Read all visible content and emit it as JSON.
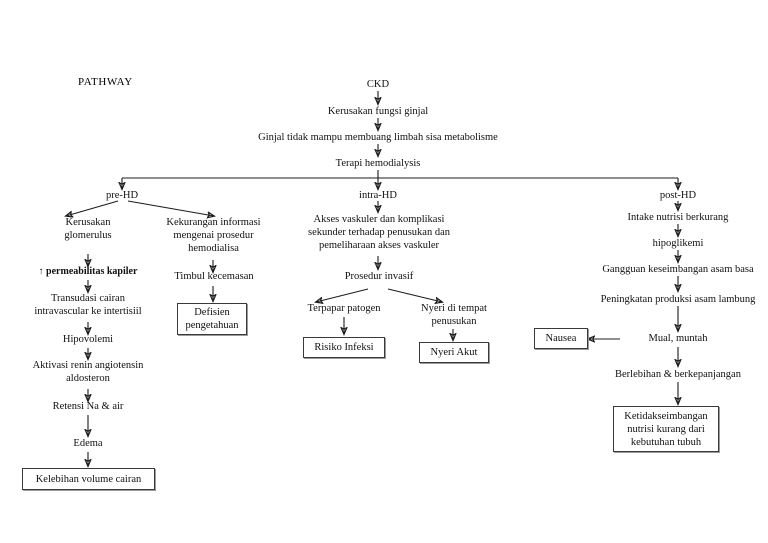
{
  "document": {
    "title_label": "PATHWAY"
  },
  "trunk": [
    {
      "id": "ckd",
      "label": "CKD"
    },
    {
      "id": "kerusakan-fungsi-ginjal",
      "label": "Kerusakan fungsi ginjal"
    },
    {
      "id": "ginjal-tidak-mampu",
      "label": "Ginjal tidak mampu membuang limbah sisa metabolisme"
    },
    {
      "id": "terapi-hemodialysis",
      "label": "Terapi hemodialysis"
    }
  ],
  "branches": [
    {
      "id": "pre-hd",
      "label": "pre-HD"
    },
    {
      "id": "intra-hd",
      "label": "intra-HD"
    },
    {
      "id": "post-hd",
      "label": "post-HD"
    }
  ],
  "pre_hd": {
    "left_chain": [
      {
        "id": "kerusakan-glomerulus",
        "label": "Kerusakan\nglomerulus"
      },
      {
        "id": "permeabilitas-kapiler",
        "label": "↑ permeabilitas kapiler",
        "bold": true
      },
      {
        "id": "transudasi-cairan",
        "label": "Transudasi cairan\nintravascular ke intertisiil"
      },
      {
        "id": "hipovolemi",
        "label": "Hipovolemi"
      },
      {
        "id": "aktivasi-renin",
        "label": "Aktivasi renin angiotensin\naldosteron"
      },
      {
        "id": "retensi-na-air",
        "label": "Retensi Na & air"
      },
      {
        "id": "edema",
        "label": "Edema"
      }
    ],
    "left_outcome": {
      "id": "kelebihan-volume-cairan",
      "label": "Kelebihan volume cairan"
    },
    "right_chain": [
      {
        "id": "kekurangan-informasi",
        "label": "Kekurangan informasi\nmengenai prosedur\nhemodialisa"
      },
      {
        "id": "timbul-kecemasan",
        "label": "Timbul kecemasan"
      }
    ],
    "right_outcome": {
      "id": "defisien-pengetahuan",
      "label": "Defisien\npengetahuan"
    }
  },
  "intra_hd": {
    "chain": [
      {
        "id": "akses-vaskuler",
        "label": "Akses vaskuler dan komplikasi\nsekunder terhadap penusukan dan\npemeliharaan akses vaskuler"
      },
      {
        "id": "prosedur-invasif",
        "label": "Prosedur invasif"
      }
    ],
    "left_leaf": {
      "id": "terpapar-patogen",
      "label": "Terpapar patogen"
    },
    "left_outcome": {
      "id": "risiko-infeksi",
      "label": "Risiko Infeksi"
    },
    "right_leaf": {
      "id": "nyeri-di-tempat-penusukan",
      "label": "Nyeri di tempat\npenusukan"
    },
    "right_outcome": {
      "id": "nyeri-akut",
      "label": "Nyeri Akut"
    }
  },
  "post_hd": {
    "chain": [
      {
        "id": "intake-nutrisi-berkurang",
        "label": "Intake nutrisi berkurang"
      },
      {
        "id": "hipoglikemi",
        "label": "hipoglikemi"
      },
      {
        "id": "gangguan-keseimbangan",
        "label": "Gangguan keseimbangan asam basa"
      },
      {
        "id": "peningkatan-produksi-asam",
        "label": "Peningkatan produksi asam lambung"
      },
      {
        "id": "mual-muntah",
        "label": "Mual, muntah"
      },
      {
        "id": "berlebihan-berkepanjangan",
        "label": "Berlebihan & berkepanjangan"
      }
    ],
    "side_outcome": {
      "id": "nausea",
      "label": "Nausea"
    },
    "outcome": {
      "id": "ketidakseimbangan-nutrisi",
      "label": "Ketidakseimbangan\nnutrisi kurang dari\nkebutuhan tubuh"
    }
  },
  "colors": {
    "stroke": "#1c1c1c",
    "text": "#111111",
    "box_border": "#3a3a3a",
    "box_shadow": "#9a9a9a",
    "background": "#ffffff"
  }
}
